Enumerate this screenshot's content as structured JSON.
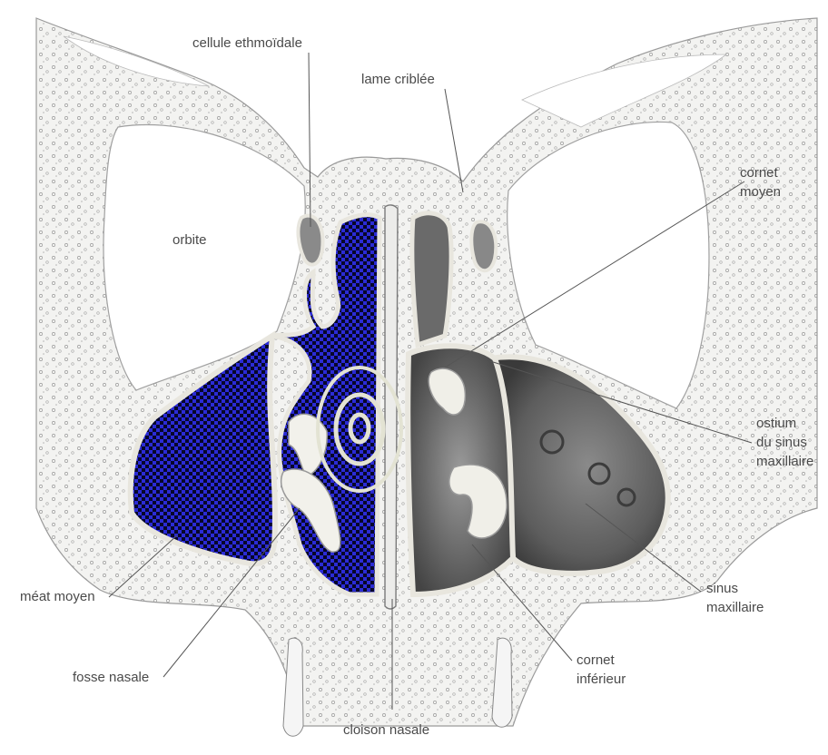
{
  "labels": {
    "cellule_ethmoidale": "cellule ethmoïdale",
    "lame_criblee": "lame criblée",
    "orbite": "orbite",
    "cornet_moyen_1": "cornet",
    "cornet_moyen_2": "moyen",
    "ostium_1": "ostium",
    "ostium_2": "du sinus",
    "ostium_3": "maxillaire",
    "sinus_1": "sinus",
    "sinus_2": "maxillaire",
    "cornet_inferieur_1": "cornet",
    "cornet_inferieur_2": "inférieur",
    "meat_moyen": "méat moyen",
    "fosse_nasale": "fosse nasale",
    "cloison_nasale": "cloison nasale"
  },
  "colors": {
    "highlight": "#2a2ad8",
    "checker_dark": "#0a0a2a",
    "bone": "#f1f1ef",
    "bone_stroke": "#8a8a8a",
    "cavity_dark": "#5c5c5c",
    "mucosa": "#e8e6de",
    "target_ring": "#e3e3d3"
  },
  "icons": [
    "target-rings-icon"
  ]
}
